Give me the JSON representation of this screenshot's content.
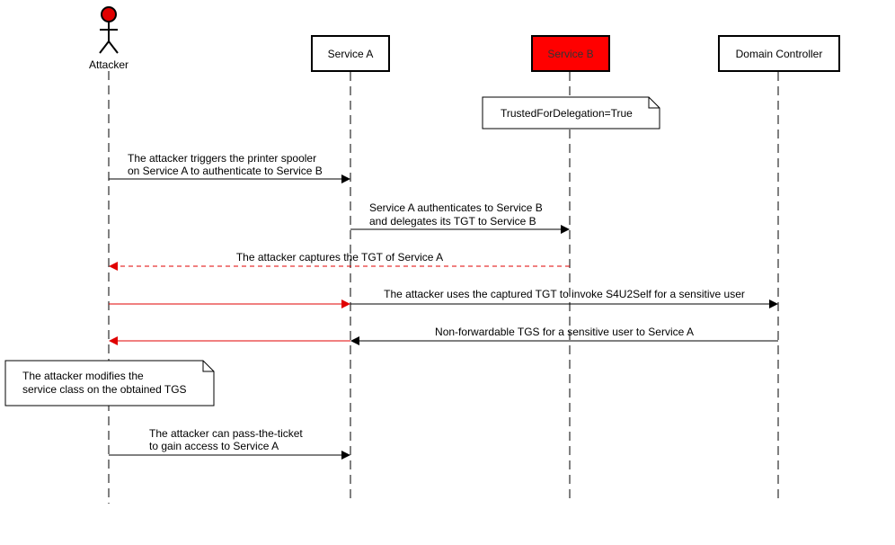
{
  "actor": {
    "label": "Attacker",
    "head_color": "#e00000"
  },
  "participants": [
    {
      "id": "service_a",
      "label": "Service A",
      "fill": "#ffffff"
    },
    {
      "id": "service_b",
      "label": "Service B",
      "fill": "#ff0000"
    },
    {
      "id": "dc",
      "label": "Domain Controller",
      "fill": "#ffffff"
    }
  ],
  "notes": {
    "trusted": {
      "text": "TrustedForDelegation=True"
    },
    "modify": {
      "line1": "The attacker modifies the",
      "line2": "service class on the obtained TGS"
    }
  },
  "messages": [
    {
      "line1": "The attacker triggers the printer spooler",
      "line2": "on Service A to authenticate to Service B",
      "color": "#000000"
    },
    {
      "line1": "Service A authenticates to Service B",
      "line2": "and delegates its TGT to Service B",
      "color": "#000000"
    },
    {
      "text": "The attacker captures the TGT of Service A",
      "color": "#e00000"
    },
    {
      "text": "The attacker uses the captured TGT to invoke S4U2Self for a sensitive user",
      "color": "#000000",
      "accent": "#e00000"
    },
    {
      "text": "Non-forwardable TGS for a sensitive user to Service A",
      "color": "#000000",
      "accent": "#e00000"
    },
    {
      "line1": "The attacker can pass-the-ticket",
      "line2": "to gain access to Service A",
      "color": "#000000"
    }
  ]
}
